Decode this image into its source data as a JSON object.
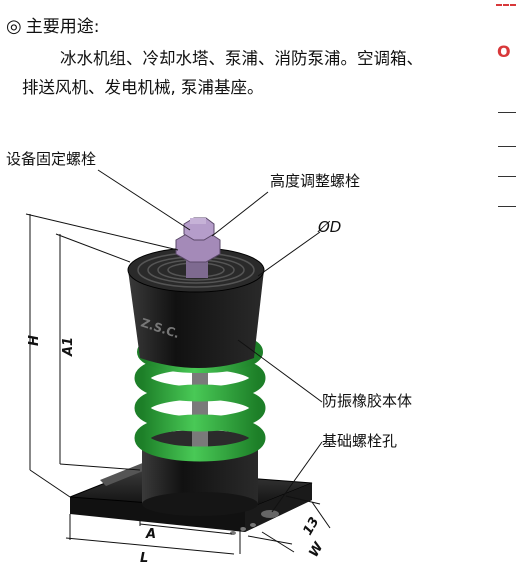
{
  "heading": {
    "mark": "◎",
    "title": "主要用途:"
  },
  "usage_line1": "冰水机组、冷却水塔、泵浦、消防泵浦。空调箱、",
  "usage_line2": "排送风机、发电机械, 泵浦基座。",
  "right_edge": {
    "mark": "O"
  },
  "labels": {
    "bolt": "设备固定螺栓",
    "height_bolt": "高度调整螺栓",
    "diameter": "ØD",
    "rubber_body": "防振橡胶本体",
    "base_hole": "基础螺栓孔"
  },
  "dimensions": {
    "H": "H",
    "A1": "A1",
    "A": "A",
    "L": "L",
    "W": "W",
    "hole": "13"
  },
  "product_mark": "Z.S.C.",
  "colors": {
    "spring": "#2fb33c",
    "spring_dark": "#1d7f28",
    "body": "#1b1b1b",
    "bolt": "#a48ab8",
    "accent_red": "#d8383a"
  }
}
